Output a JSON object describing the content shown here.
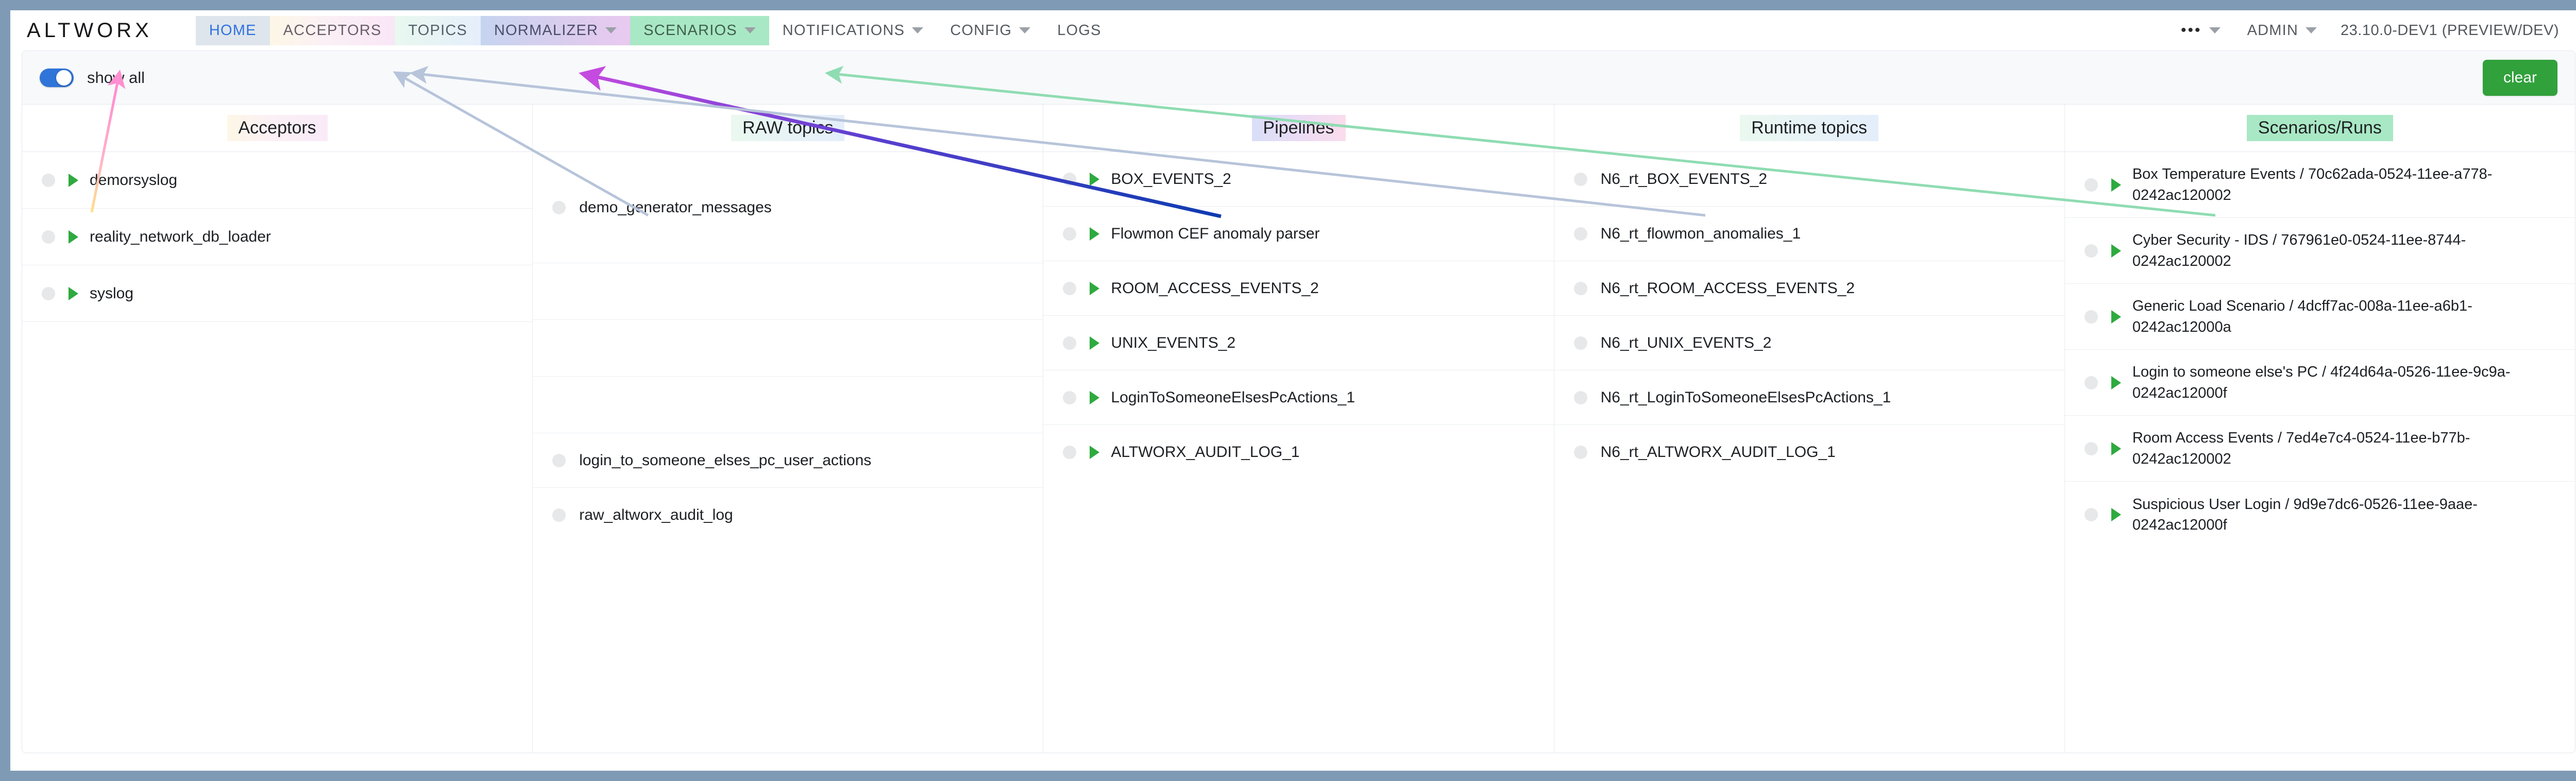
{
  "brand": "ALTWORX",
  "nav": {
    "items": [
      {
        "label": "HOME",
        "caret": false
      },
      {
        "label": "ACCEPTORS",
        "caret": false
      },
      {
        "label": "TOPICS",
        "caret": false
      },
      {
        "label": "NORMALIZER",
        "caret": true
      },
      {
        "label": "SCENARIOS",
        "caret": true
      },
      {
        "label": "NOTIFICATIONS",
        "caret": true
      },
      {
        "label": "CONFIG",
        "caret": true
      },
      {
        "label": "LOGS",
        "caret": false
      }
    ],
    "right": {
      "dots": "•••",
      "admin": "ADMIN",
      "version": "23.10.0-DEV1 (PREVIEW/DEV)"
    }
  },
  "toolbar": {
    "toggle_label": "show all",
    "toggle_on": true,
    "clear_label": "clear"
  },
  "columns": [
    {
      "id": "acceptors",
      "header": "Acceptors",
      "rows": [
        {
          "label": "demorsyslog",
          "play": true
        },
        {
          "label": "reality_network_db_loader",
          "play": true
        },
        {
          "label": "syslog",
          "play": true
        }
      ]
    },
    {
      "id": "raw-topics",
      "header": "RAW topics",
      "rows": [
        {
          "label": "demo_generator_messages",
          "play": false
        },
        {
          "label": "login_to_someone_elses_pc_user_actions",
          "play": false
        },
        {
          "label": "raw_altworx_audit_log",
          "play": false
        }
      ]
    },
    {
      "id": "pipelines",
      "header": "Pipelines",
      "rows": [
        {
          "label": "BOX_EVENTS_2",
          "play": true
        },
        {
          "label": "Flowmon CEF anomaly parser",
          "play": true
        },
        {
          "label": "ROOM_ACCESS_EVENTS_2",
          "play": true
        },
        {
          "label": "UNIX_EVENTS_2",
          "play": true
        },
        {
          "label": "LoginToSomeoneElsesPcActions_1",
          "play": true
        },
        {
          "label": "ALTWORX_AUDIT_LOG_1",
          "play": true
        }
      ]
    },
    {
      "id": "runtime-topics",
      "header": "Runtime topics",
      "rows": [
        {
          "label": "N6_rt_BOX_EVENTS_2",
          "play": false
        },
        {
          "label": "N6_rt_flowmon_anomalies_1",
          "play": false
        },
        {
          "label": "N6_rt_ROOM_ACCESS_EVENTS_2",
          "play": false
        },
        {
          "label": "N6_rt_UNIX_EVENTS_2",
          "play": false
        },
        {
          "label": "N6_rt_LoginToSomeoneElsesPcActions_1",
          "play": false
        },
        {
          "label": "N6_rt_ALTWORX_AUDIT_LOG_1",
          "play": false
        }
      ]
    },
    {
      "id": "scenarios-runs",
      "header": "Scenarios/Runs",
      "rows": [
        {
          "label": "Box Temperature Events / 70c62ada-0524-11ee-a778-0242ac120002",
          "play": true
        },
        {
          "label": "Cyber Security - IDS / 767961e0-0524-11ee-8744-0242ac120002",
          "play": true
        },
        {
          "label": "Generic Load Scenario / 4dcff7ac-008a-11ee-a6b1-0242ac12000a",
          "play": true
        },
        {
          "label": "Login to someone else's PC / 4f24d64a-0526-11ee-9c9a-0242ac12000f",
          "play": true
        },
        {
          "label": "Room Access Events / 7ed4e7c4-0524-11ee-b77b-0242ac120002",
          "play": true
        },
        {
          "label": "Suspicious User Login / 9d9e7dc6-0526-11ee-9aae-0242ac12000f",
          "play": true
        }
      ]
    }
  ],
  "connectors": [
    {
      "name": "acceptors-connector",
      "color": "#ff8fd0",
      "from": "Acceptors column header",
      "to": "ACCEPTORS nav tab"
    },
    {
      "name": "raw-topics-connector",
      "color": "#b7c4da",
      "from": "RAW topics column header",
      "to": "TOPICS nav tab"
    },
    {
      "name": "pipelines-connector",
      "color": "#1b3fb5",
      "from": "Pipelines column header",
      "to": "NORMALIZER nav tab"
    },
    {
      "name": "runtime-topics-connector",
      "color": "#b7c4da",
      "from": "Runtime topics column header",
      "to": "TOPICS nav tab"
    },
    {
      "name": "scenarios-connector",
      "color": "#8fdcb2",
      "from": "Scenarios/Runs column header",
      "to": "SCENARIOS nav tab"
    }
  ],
  "colors": {
    "page_background": "#7f9ab5",
    "accent_blue": "#2f74d8",
    "clear_green": "#31a13c",
    "play_green": "#2eaa3f"
  }
}
